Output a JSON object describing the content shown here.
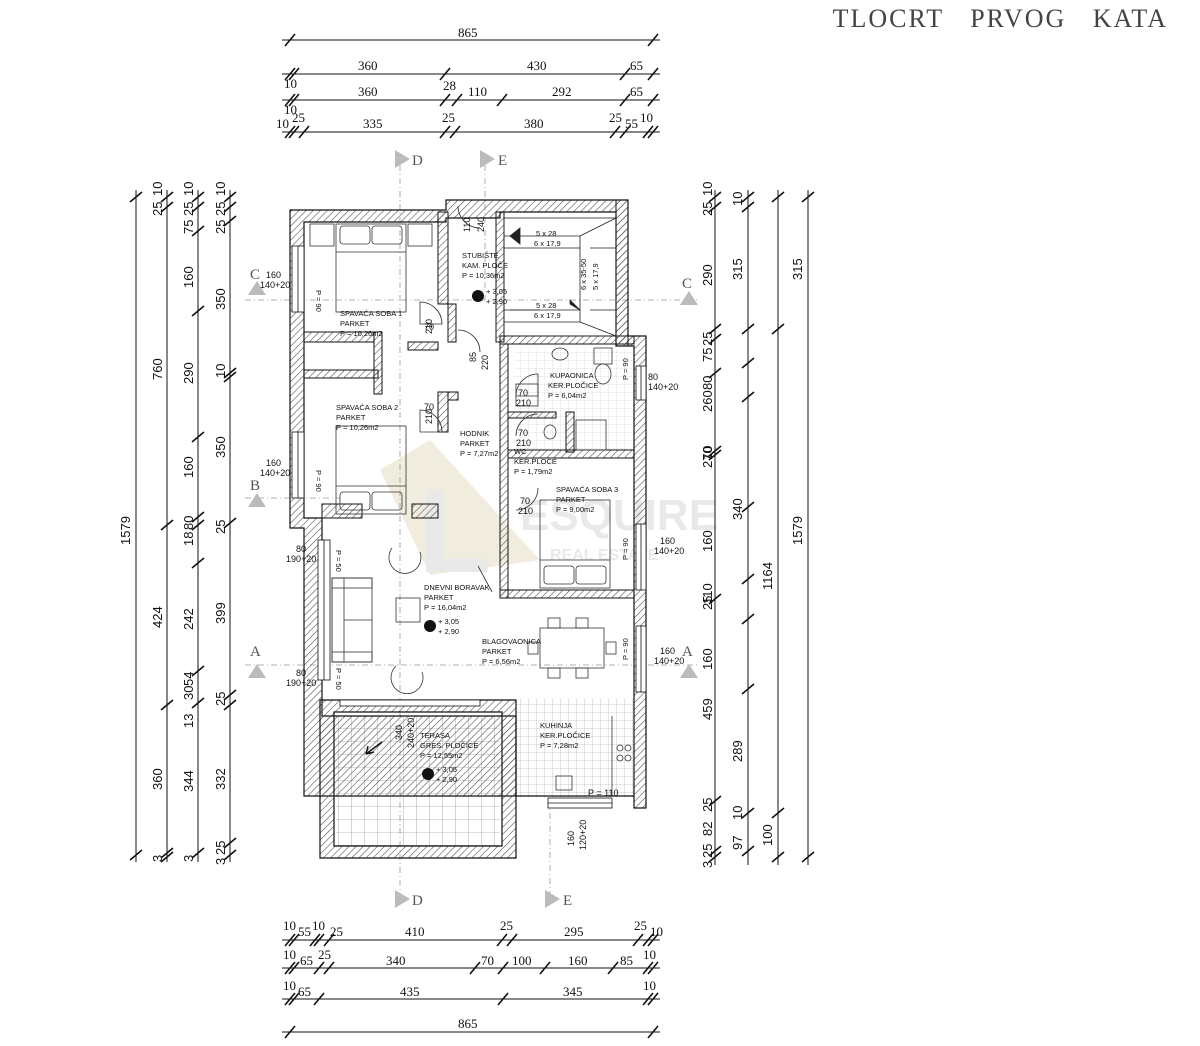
{
  "title": "TLOCRT PRVOG KATA",
  "top_dims": {
    "row1": [
      "865"
    ],
    "row2": [
      "10",
      "360",
      "430",
      "65"
    ],
    "row3": [
      "10",
      "360",
      "28",
      "110",
      "292",
      "65"
    ],
    "row4": [
      "10",
      "25",
      "335",
      "25",
      "380",
      "25",
      "55",
      "10"
    ]
  },
  "bottom_dims": {
    "row1": [
      "10",
      "55",
      "10",
      "25",
      "410",
      "25",
      "295",
      "25",
      "10"
    ],
    "row2": [
      "10",
      "65",
      "25",
      "340",
      "70",
      "100",
      "160",
      "85",
      "10"
    ],
    "row3": [
      "10",
      "65",
      "435",
      "345",
      "10"
    ],
    "row4": [
      "865"
    ]
  },
  "left_dims": {
    "outer": [
      "1579"
    ],
    "col2": [
      "25",
      "10",
      "760",
      "424",
      "360",
      "3"
    ],
    "col3": [
      "25",
      "10",
      "75",
      "160",
      "290",
      "160",
      "18",
      "80",
      "242",
      "13",
      "30",
      "54",
      "344",
      "3"
    ],
    "col4": [
      "25",
      "10",
      "25",
      "350",
      "10",
      "350",
      "25",
      "399",
      "25",
      "332",
      "25",
      "3"
    ]
  },
  "right_dims": {
    "col1": [
      "25",
      "10",
      "290",
      "25",
      "75",
      "80",
      "260",
      "10",
      "270",
      "160",
      "25",
      "110",
      "160",
      "459",
      "289",
      "25",
      "10",
      "82",
      "97",
      "25",
      "3"
    ],
    "col2": [
      "10",
      "315",
      "340",
      "1164",
      "100"
    ],
    "col3": [
      "315",
      "1579"
    ]
  },
  "section_markers": [
    "A",
    "B",
    "C",
    "D",
    "E"
  ],
  "rooms": [
    {
      "name": "SPAVAĆA SOBA 1",
      "floor": "PARKET",
      "area": "P = 10,26m2"
    },
    {
      "name": "SPAVAĆA SOBA 2",
      "floor": "PARKET",
      "area": "P = 10,26m2"
    },
    {
      "name": "STUBIŠTE",
      "floor": "KAM. PLOČE",
      "area": "P = 10,36m2"
    },
    {
      "name": "KUPAONICA",
      "floor": "KER.PLOČICE",
      "area": "P = 6,04m2"
    },
    {
      "name": "WC",
      "floor": "KER.PLOČE",
      "area": "P = 1,79m2"
    },
    {
      "name": "HODNIK",
      "floor": "PARKET",
      "area": "P = 7,27m2"
    },
    {
      "name": "SPAVAĆA SOBA 3",
      "floor": "PARKET",
      "area": "P = 9,00m2"
    },
    {
      "name": "DNEVNI BORAVAK",
      "floor": "PARKET",
      "area": "P = 16,04m2"
    },
    {
      "name": "BLAGOVAONICA",
      "floor": "PARKET",
      "area": "P = 6,56m2"
    },
    {
      "name": "TERASA",
      "floor": "GRES. PLOČICE",
      "area": "P = 12,55m2"
    },
    {
      "name": "KUHINJA",
      "floor": "KER.PLOČICE",
      "area": "P = 7,28m2"
    }
  ],
  "levels": {
    "top": "+ 3,05",
    "bottom": "+ 2,90"
  },
  "stairs": [
    "5 x 28",
    "6 x 17,9",
    "6 x 35-50",
    "5 x 17,9"
  ],
  "openings": [
    "160",
    "140+20",
    "P = 90",
    "80",
    "190+20",
    "P = 50",
    "70",
    "210",
    "85",
    "220",
    "110",
    "240",
    "P = 110",
    "120+20",
    "340",
    "240+20"
  ],
  "watermark": {
    "letter": "L",
    "brand": "ESQUIRE",
    "sub": "REAL ESTATE"
  }
}
